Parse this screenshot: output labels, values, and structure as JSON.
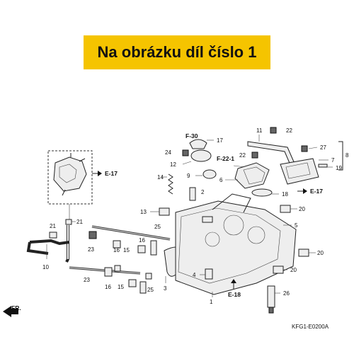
{
  "banner": {
    "text": "Na obrázku díl číslo 1"
  },
  "diagram": {
    "code": "KFG1-E0200A",
    "fr_label": "FR.",
    "refs": {
      "e17a": "E-17",
      "e17b": "E-17",
      "f30": "F-30",
      "f221": "F-22-1",
      "e18": "E-18"
    },
    "callouts": {
      "c1": "1",
      "c2": "2",
      "c3": "3",
      "c4": "4",
      "c5": "5",
      "c6": "6",
      "c7": "7",
      "c8": "8",
      "c9": "9",
      "c10": "10",
      "c11": "11",
      "c12": "12",
      "c13": "13",
      "c14": "14",
      "c15a": "15",
      "c15b": "15",
      "c16a": "16",
      "c16b": "16",
      "c16c": "16",
      "c17": "17",
      "c18": "18",
      "c19": "19",
      "c20a": "20",
      "c20b": "20",
      "c20c": "20",
      "c21a": "21",
      "c21b": "21",
      "c22a": "22",
      "c22b": "22",
      "c23a": "23",
      "c23b": "23",
      "c24": "24",
      "c25a": "25",
      "c25b": "25",
      "c26": "26",
      "c27": "27"
    }
  }
}
